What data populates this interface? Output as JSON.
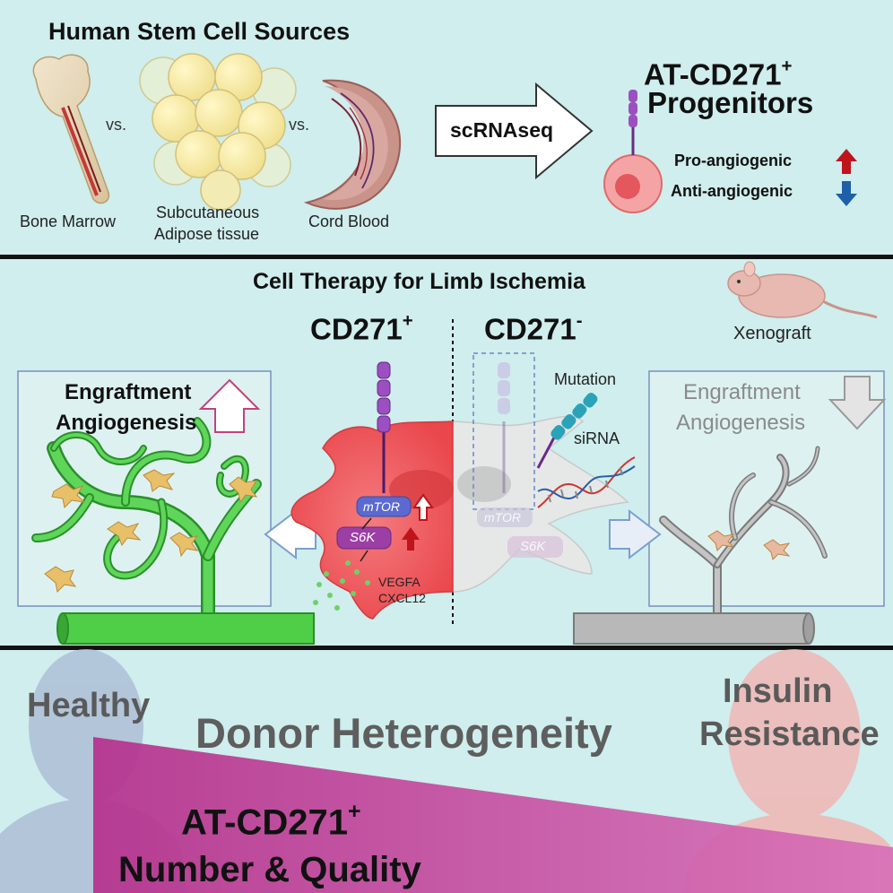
{
  "panel1": {
    "title": "Human Stem Cell Sources",
    "vs1": "vs.",
    "vs2": "vs.",
    "label_bone_marrow": "Bone Marrow",
    "label_adipose_1": "Subcutaneous",
    "label_adipose_2": "Adipose tissue",
    "label_cord_blood": "Cord Blood",
    "arrow_label": "scRNAseq",
    "progenitor_title_1": "AT-CD271",
    "progenitor_title_sup": "+",
    "progenitor_title_2": "Progenitors",
    "pro_angiogenic": "Pro-angiogenic",
    "anti_angiogenic": "Anti-angiogenic"
  },
  "panel2": {
    "title": "Cell Therapy for Limb Ischemia",
    "cd271_pos": "CD271",
    "cd271_pos_sup": "+",
    "cd271_neg": "CD271",
    "cd271_neg_sup": "-",
    "xenograft": "Xenograft",
    "engraftment_left": "Engraftment",
    "angiogenesis_left": "Angiogenesis",
    "engraftment_right": "Engraftment",
    "angiogenesis_right": "Angiogenesis",
    "mtor_left": "mTOR",
    "s6k_left": "S6K",
    "mtor_right": "mTOR",
    "s6k_right": "S6K",
    "vegfa": "VEGFA",
    "cxcl12": "CXCL12",
    "mutation": "Mutation",
    "sirna": "siRNA"
  },
  "panel3": {
    "healthy": "Healthy",
    "donor_heterogeneity": "Donor Heterogeneity",
    "insulin": "Insulin",
    "resistance": "Resistance",
    "at_cd271": "AT-CD271",
    "at_cd271_sup": "+",
    "number_quality": "Number & Quality"
  },
  "colors": {
    "background": "#cfeeed",
    "divider": "#111111",
    "up_arrow": "#c0141c",
    "down_arrow": "#1f5fa8",
    "cell_pos": "#ef5a5e",
    "cell_neg": "#e6e6e6",
    "vessel_green": "#3fbf3a",
    "vessel_gray": "#9a9a9a",
    "wedge_magenta": "#c0409a",
    "receptor_purple": "#8a3fa5"
  }
}
